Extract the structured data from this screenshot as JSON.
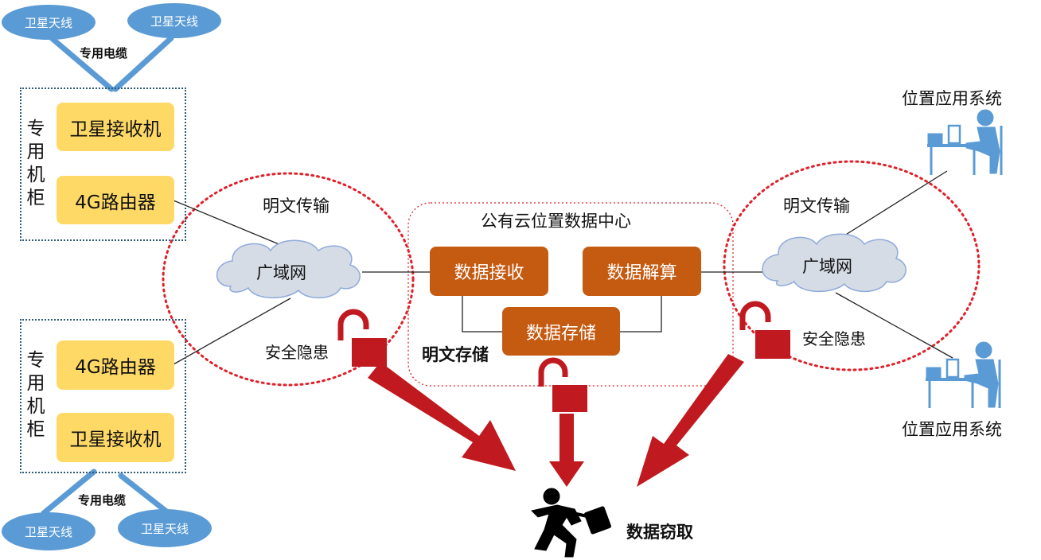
{
  "antenna_label": "卫星天线",
  "cable_label": "专用电缆",
  "cabinet_label": "专用机柜",
  "satellite_receiver": "卫星接收机",
  "router_4g": "4G路由器",
  "plaintext_transmission": "明文传输",
  "wan": "广域网",
  "security_risk": "安全隐患",
  "data_center_title": "公有云位置数据中心",
  "data_receive": "数据接收",
  "data_solve": "数据解算",
  "data_storage": "数据存储",
  "plaintext_storage": "明文存储",
  "location_app_system": "位置应用系统",
  "data_theft": "数据窃取",
  "colors": {
    "antenna_blue": "#5b9bd5",
    "box_yellow": "#ffd966",
    "box_orange": "#c55a11",
    "risk_red": "#c0191f",
    "dotted_red": "#e0202a",
    "cloud": "#d6dce5"
  }
}
